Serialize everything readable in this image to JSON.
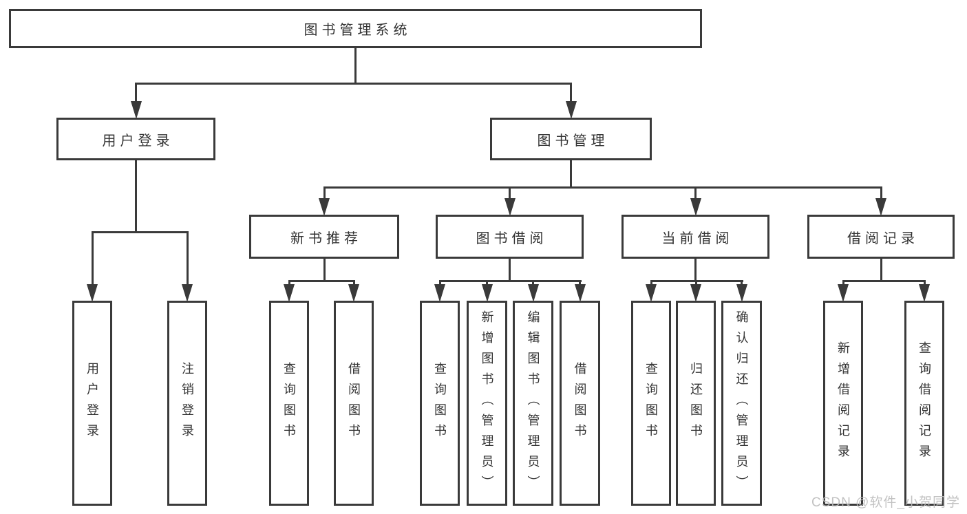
{
  "watermark": "CSDN @软件_小贺同学",
  "colors": {
    "line": "#3a3a3a",
    "border": "#3a3a3a",
    "text": "#333333",
    "background": "#ffffff",
    "watermark": "#bcbcbc"
  },
  "tree": {
    "id": "root",
    "label": "图书管理系统",
    "children": [
      {
        "id": "user-login",
        "label": "用户登录",
        "children": [
          {
            "id": "user-login-leaf",
            "label": "用户登录"
          },
          {
            "id": "logout-leaf",
            "label": "注销登录"
          }
        ]
      },
      {
        "id": "book-mgmt",
        "label": "图书管理",
        "children": [
          {
            "id": "new-book-rec",
            "label": "新书推荐",
            "children": [
              {
                "id": "nbr-query",
                "label": "查询图书"
              },
              {
                "id": "nbr-borrow",
                "label": "借阅图书"
              }
            ]
          },
          {
            "id": "book-borrow",
            "label": "图书借阅",
            "children": [
              {
                "id": "bb-query",
                "label": "查询图书"
              },
              {
                "id": "bb-add",
                "label": "新增图书（管理员）"
              },
              {
                "id": "bb-edit",
                "label": "编辑图书（管理员）"
              },
              {
                "id": "bb-borrow",
                "label": "借阅图书"
              }
            ]
          },
          {
            "id": "current-borrow",
            "label": "当前借阅",
            "children": [
              {
                "id": "cb-query",
                "label": "查询图书"
              },
              {
                "id": "cb-return",
                "label": "归还图书"
              },
              {
                "id": "cb-confirm",
                "label": "确认归还（管理员）"
              }
            ]
          },
          {
            "id": "borrow-record",
            "label": "借阅记录",
            "children": [
              {
                "id": "br-add",
                "label": "新增借阅记录"
              },
              {
                "id": "br-query",
                "label": "查询借阅记录"
              }
            ]
          }
        ]
      }
    ]
  }
}
